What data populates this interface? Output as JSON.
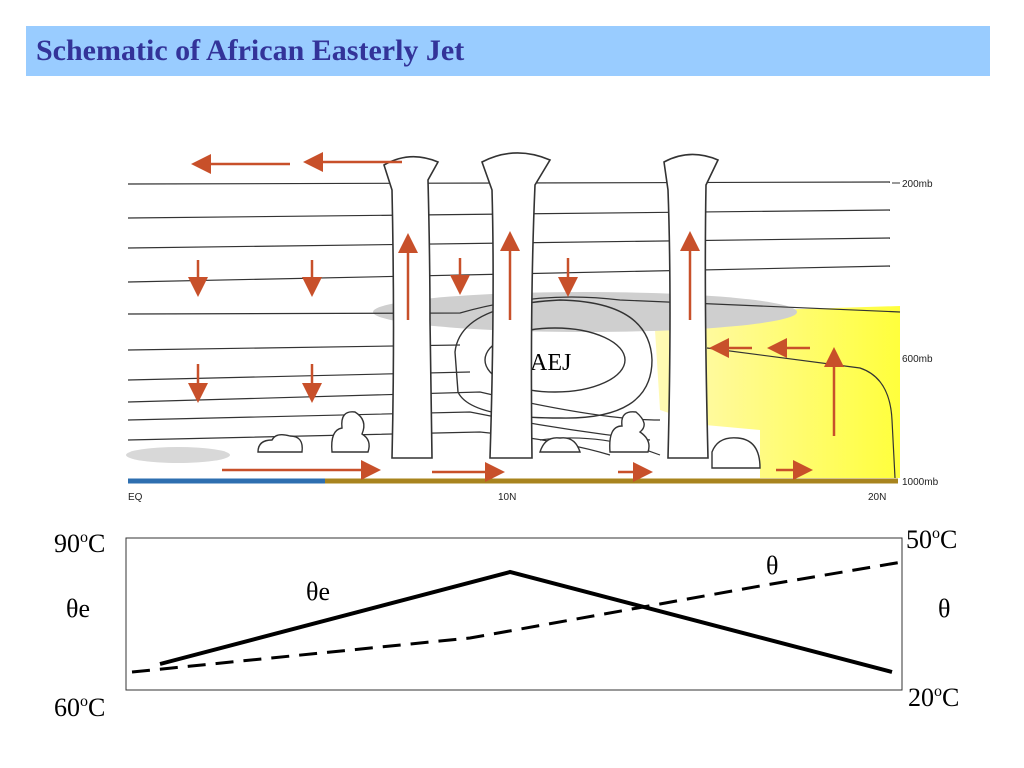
{
  "slide": {
    "title": "Schematic of African Easterly Jet"
  },
  "schematic": {
    "pressure_levels": [
      "200mb",
      "600mb",
      "1000mb"
    ],
    "latitudes": [
      "EQ",
      "10N",
      "20N"
    ],
    "jet_label": "AEJ",
    "colors": {
      "arrow": "#c8502a",
      "ocean": "#2e6fb0",
      "land": "#a8841e",
      "heat_yellow": "#ffff44",
      "cloud_gray": "#cfcfcf"
    }
  },
  "profile": {
    "left_top_temp": "90",
    "left_top_unit": "C",
    "left_bottom_temp": "60",
    "left_bottom_unit": "C",
    "left_axis_label": "θe",
    "right_top_temp": "50",
    "right_top_unit": "C",
    "right_bottom_temp": "20",
    "right_bottom_unit": "C",
    "right_axis_label": "θ",
    "solid_curve_label": "θe",
    "dashed_curve_label": "θ",
    "degree_symbol": "o"
  }
}
